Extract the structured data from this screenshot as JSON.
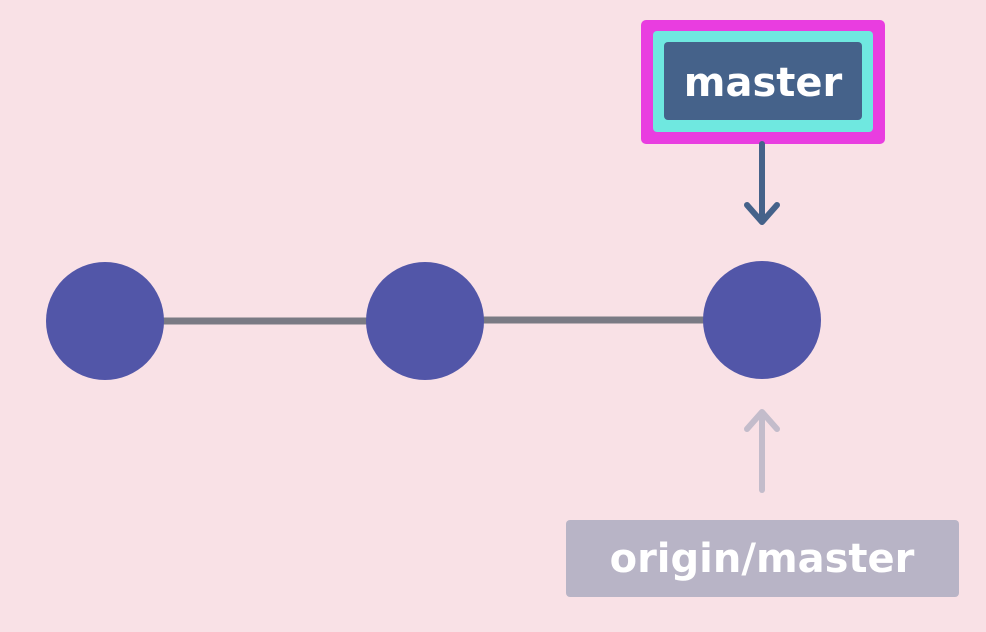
{
  "labels": {
    "master": "master",
    "origin_master": "origin/master"
  },
  "colors": {
    "background": "#f9e1e6",
    "commit": "#5256a8",
    "edge": "#7a7a84",
    "master_fill": "#45628a",
    "master_highlight_outer": "#e93de0",
    "master_highlight_inner": "#6fe8e0",
    "master_arrow": "#45628a",
    "origin_fill": "#b8b4c6",
    "origin_arrow": "#c3bccb",
    "label_text": "#ffffff"
  },
  "commits": [
    {
      "id": "commit-1"
    },
    {
      "id": "commit-2"
    },
    {
      "id": "commit-3"
    }
  ]
}
